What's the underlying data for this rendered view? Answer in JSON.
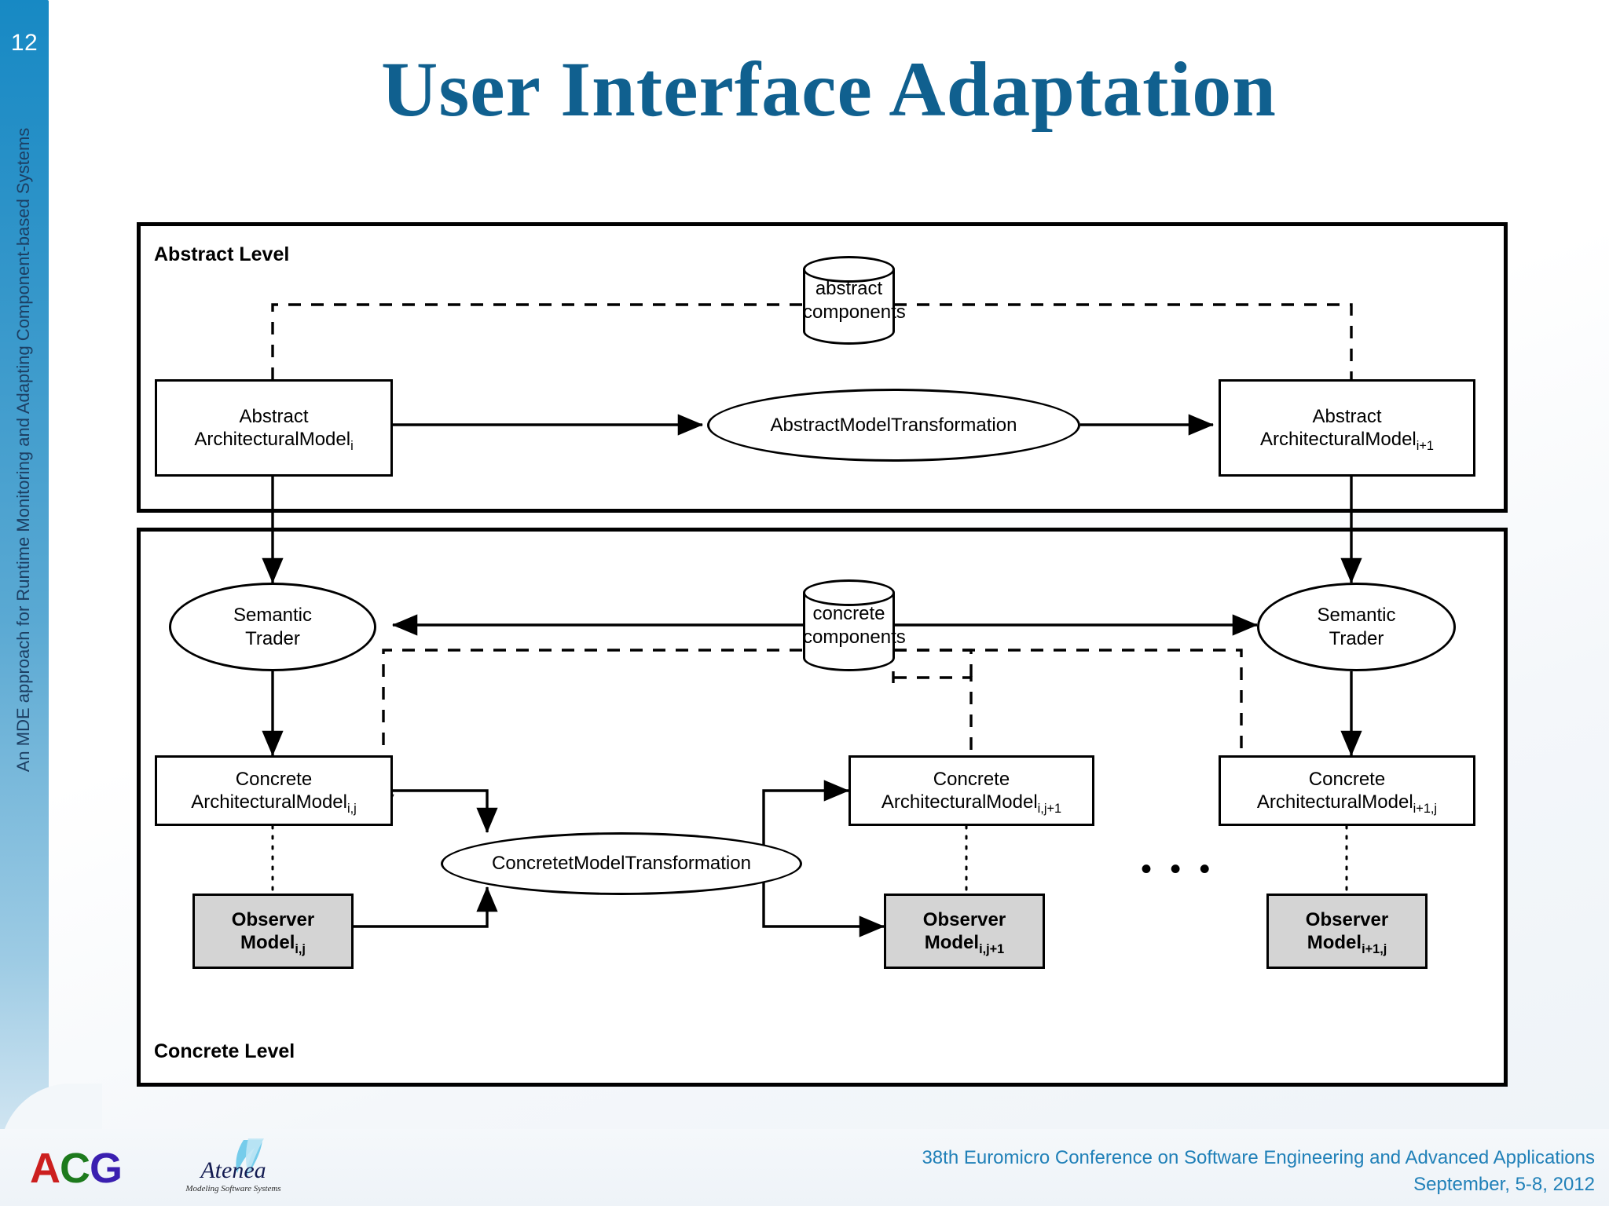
{
  "slide": {
    "number": "12",
    "title": "User Interface Adaptation",
    "sidebar_text": "An MDE approach for Runtime Monitoring and Adapting Component-based Systems",
    "accent_color": "#10608f",
    "sidebar_color": "#2b92c8"
  },
  "diagram": {
    "abstract_level_label": "Abstract Level",
    "concrete_level_label": "Concrete Level",
    "abstract": {
      "components_db": {
        "line1": "abstract",
        "line2": "components"
      },
      "model_i": {
        "line1": "Abstract",
        "line2": "ArchitecturalModel",
        "sub": "i"
      },
      "transformation": "AbstractModelTransformation",
      "model_i1": {
        "line1": "Abstract",
        "line2": "ArchitecturalModel",
        "sub": "i+1"
      }
    },
    "concrete": {
      "components_db": {
        "line1": "concrete",
        "line2": "components"
      },
      "trader_left": {
        "line1": "Semantic",
        "line2": "Trader"
      },
      "trader_right": {
        "line1": "Semantic",
        "line2": "Trader"
      },
      "model_ij": {
        "line1": "Concrete",
        "line2": "ArchitecturalModel",
        "sub": "i,j"
      },
      "model_ij1": {
        "line1": "Concrete",
        "line2": "ArchitecturalModel",
        "sub": "i,j+1"
      },
      "model_i1j": {
        "line1": "Concrete",
        "line2": "ArchitecturalModel",
        "sub": "i+1,j"
      },
      "transformation": "ConcretetModelTransformation",
      "observer_ij": {
        "line1": "Observer",
        "line2": "Model",
        "sub": "i,j"
      },
      "observer_ij1": {
        "line1": "Observer",
        "line2": "Model",
        "sub": "i,j+1"
      },
      "observer_i1j": {
        "line1": "Observer",
        "line2": "Model",
        "sub": "i+1,j"
      },
      "ellipsis": "• • •"
    }
  },
  "footer": {
    "acg_a": "A",
    "acg_c": "C",
    "acg_g": "G",
    "atenea_name": "Atenea",
    "atenea_tagline": "Modeling Software Systems",
    "conference_line1": "38th Euromicro Conference on Software Engineering and Advanced Applications",
    "conference_line2": "September, 5-8, 2012",
    "conference_color": "#2080b8"
  }
}
